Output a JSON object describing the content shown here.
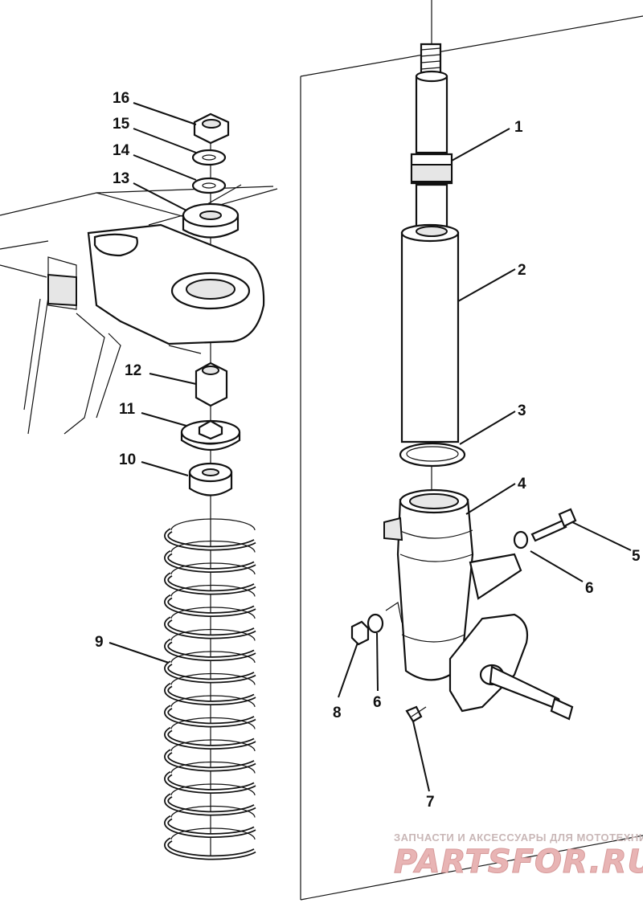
{
  "callouts": {
    "c1": "1",
    "c2": "2",
    "c3": "3",
    "c4": "4",
    "c5": "5",
    "c6a": "6",
    "c6b": "6",
    "c7": "7",
    "c8": "8",
    "c9": "9",
    "c10": "10",
    "c11": "11",
    "c12": "12",
    "c13": "13",
    "c14": "14",
    "c15": "15",
    "c16": "16"
  },
  "watermark": {
    "caption": "ЗАПЧАСТИ И АКСЕССУАРЫ ДЛЯ МОТОТЕХНИКИ",
    "brand": "PARTSFOR.RU"
  },
  "colors": {
    "ink": "#111111",
    "watermark": "#e8b4b4"
  }
}
